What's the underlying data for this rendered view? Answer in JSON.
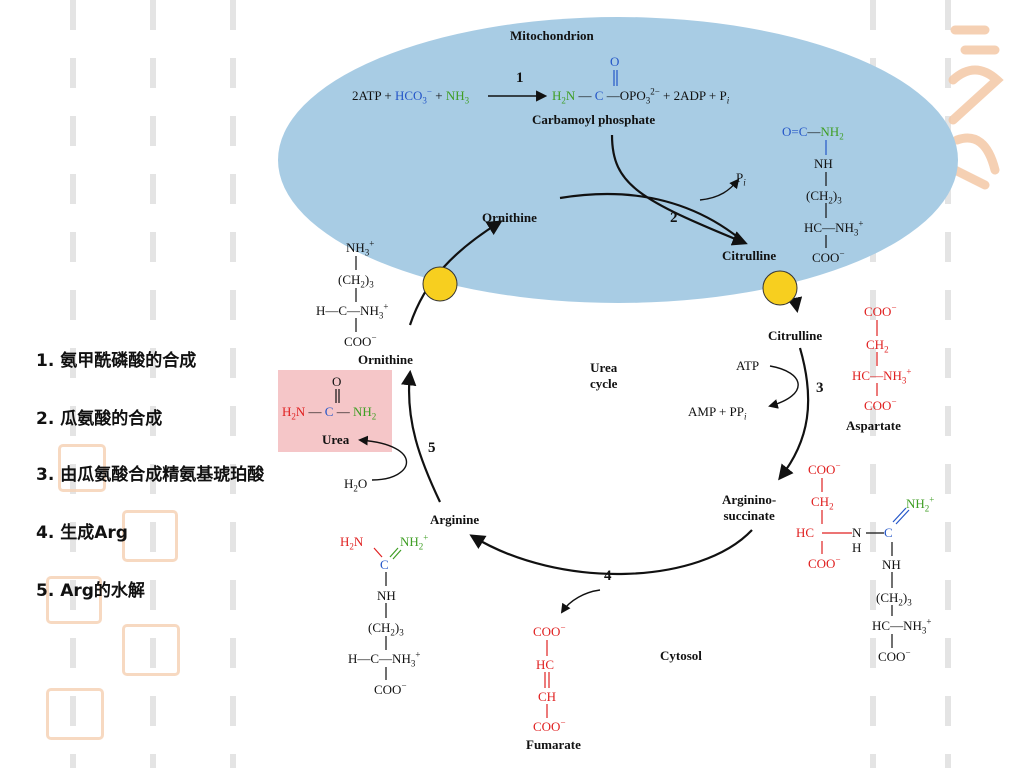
{
  "compartments": {
    "mito": "Mitochondrion",
    "cytosol": "Cytosol",
    "cycle_line1": "Urea",
    "cycle_line2": "cycle"
  },
  "steps": [
    "1",
    "2",
    "3",
    "4",
    "5"
  ],
  "carbamoyl": {
    "lhs_a": "2ATP + ",
    "hco3": "HCO",
    "hco3_sub": "3",
    "hco3_sup": "−",
    "plus": " + ",
    "nh3": "NH",
    "nh3_sub": "3",
    "h2n": "H",
    "h2n_sub": "2",
    "h2n_end": "N",
    "dash": " — ",
    "c": "C",
    "dash2": " —",
    "opo": "OPO",
    "opo_sub": "3",
    "opo_sup": "2−",
    "rhs": " + 2ADP + P",
    "pi_sub": "i",
    "o": "O",
    "name": "Carbamoyl phosphate"
  },
  "ornithine": {
    "label_top": "Ornithine",
    "label": "Ornithine",
    "nh3": "NH",
    "nh3_sub": "3",
    "nh3_sup": "+",
    "ch2": "(CH",
    "ch2_sub": "2",
    "ch2_end": ")",
    "ch2_sub2": "3",
    "hc": "H—C—NH",
    "hc_sub": "3",
    "hc_sup": "+",
    "coo": "COO",
    "coo_sup": "−"
  },
  "citrulline": {
    "label_top": "Citrulline",
    "label": "Citrulline",
    "oc": "O",
    "nh2": "NH",
    "nh2_sub": "2",
    "c": "C",
    "nh": "NH",
    "ch2": "(CH",
    "ch2_sub": "2",
    "ch2_end": ")",
    "ch2_sub2": "3",
    "hc": "HC",
    "nh3": "NH",
    "nh3_sub": "3",
    "nh3_sup": "+",
    "coo": "COO",
    "coo_sup": "−"
  },
  "pi": {
    "p": "P",
    "sub": "i"
  },
  "aspartate": {
    "coo_top": "COO",
    "coo_sup": "−",
    "ch2": "CH",
    "ch2_sub": "2",
    "hc": "HC",
    "nh3": "NH",
    "nh3_sub": "3",
    "nh3_sup": "+",
    "coo_bot": "COO",
    "name": "Aspartate"
  },
  "atp": "ATP",
  "amp": "AMP + PP",
  "amp_sub": "i",
  "argininosuccinate": {
    "label1": "Argininо-",
    "label2": "succinate",
    "coo": "COO",
    "coo_sup": "−",
    "ch2": "CH",
    "ch2_sub": "2",
    "hc": "HC",
    "n": "N",
    "h": "H",
    "c": "C",
    "nh2": "NH",
    "nh2_sub": "2",
    "nh2_sup": "+",
    "nh": "NH",
    "ch2b": "(CH",
    "ch2b_sub": "2",
    "ch2b_end": ")",
    "ch2b_sub2": "3",
    "hc2": "HC",
    "nh3": "NH",
    "nh3_sub": "3",
    "nh3_sup": "+",
    "coo2": "COO"
  },
  "fumarate": {
    "coo": "COO",
    "coo_sup": "−",
    "hc": "HC",
    "ch": "CH",
    "coo2": "COO",
    "name": "Fumarate"
  },
  "arginine": {
    "label": "Arginine",
    "h2n": "H",
    "h2n_sub": "2",
    "h2n_end": "N",
    "nh2": "NH",
    "nh2_sub": "2",
    "nh2_sup": "+",
    "c": "C",
    "nh": "NH",
    "ch2": "(CH",
    "ch2_sub": "2",
    "ch2_end": ")",
    "ch2_sub2": "3",
    "hc": "H—C—NH",
    "nh3_sub": "3",
    "nh3_sup": "+",
    "coo": "COO",
    "coo_sup": "−"
  },
  "urea": {
    "o": "O",
    "h2n": "H",
    "h2n_sub": "2",
    "h2n_end": "N",
    "c": "C",
    "nh2": "NH",
    "nh2_sub": "2",
    "name": "Urea"
  },
  "h2o": {
    "h": "H",
    "sub": "2",
    "o": "O"
  },
  "chinese": [
    "1. 氨甲酰磷酸的合成",
    "2. 瓜氨酸的合成",
    "3. 由瓜氨酸合成精氨基琥珀酸",
    "4. 生成Arg",
    "5. Arg的水解"
  ],
  "colors": {
    "mito": "#a8cce4",
    "carrier": "#f7cf1f",
    "urea_box": "#f5c6c8",
    "blue": "#2456c8",
    "green": "#3f9e24",
    "red": "#e02020"
  }
}
